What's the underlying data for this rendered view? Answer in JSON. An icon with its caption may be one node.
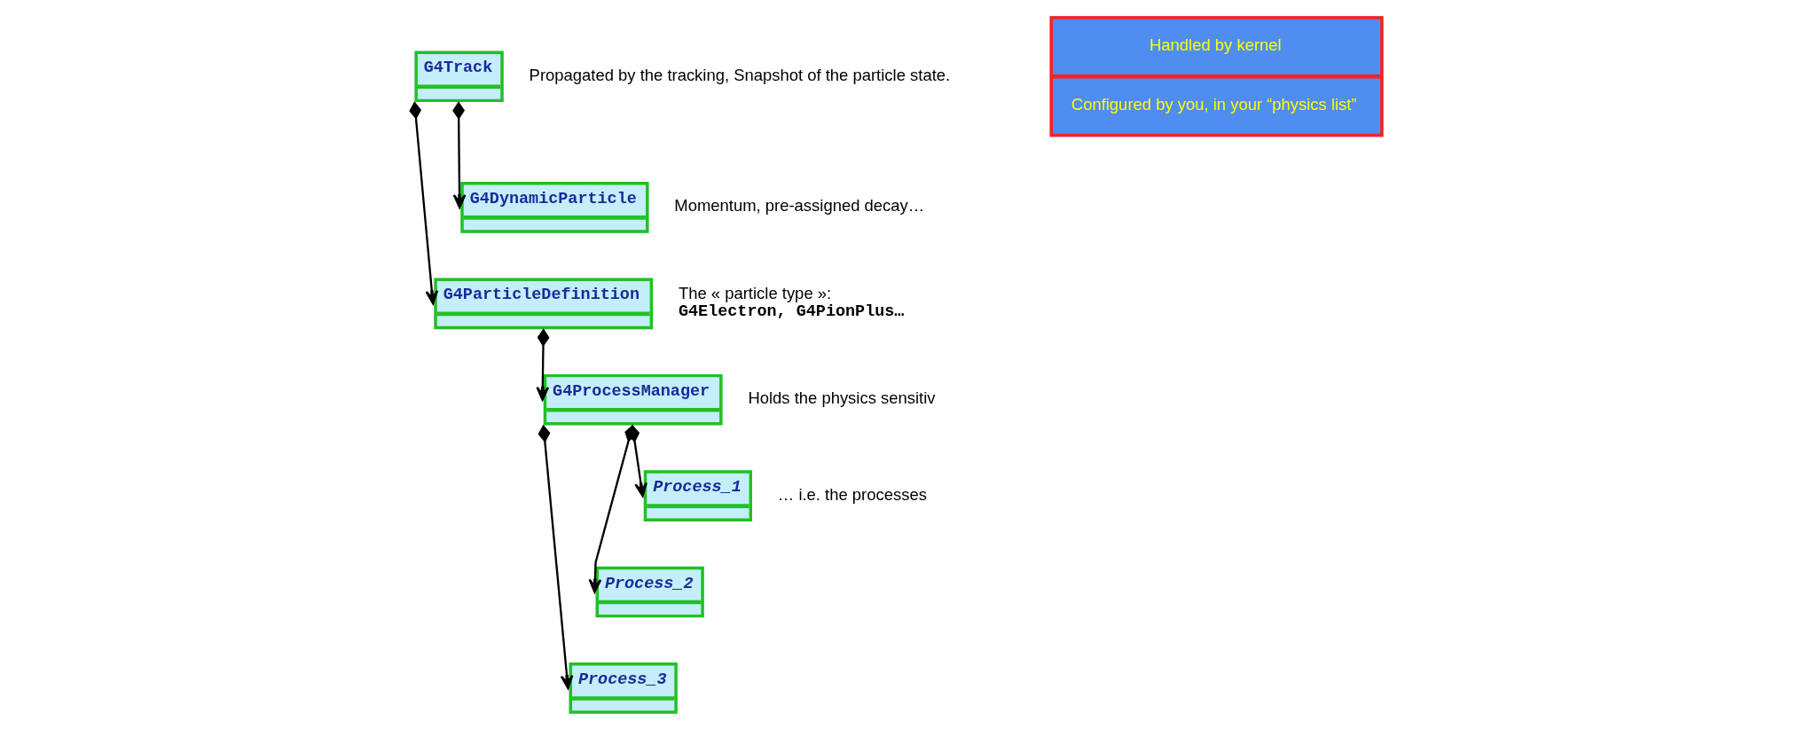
{
  "diagram": {
    "nodes": [
      {
        "text": [
          "G4Track"
        ],
        "beside": [
          "Propagated by the tracking, Snapshot of the particle state."
        ]
      },
      {
        "text": [
          "G4DynamicParticle"
        ],
        "beside": [
          "Momentum, pre-assigned decay…"
        ]
      },
      {
        "text": [
          "G4ParticleDefinition"
        ],
        "beside": [
          "The « particle type »:",
          "G4Electron, G4PionPlus…"
        ]
      },
      {
        "text": [
          "G4ProcessManager"
        ],
        "beside": [
          "Holds the physics sensitiv"
        ]
      },
      {
        "text": [
          "Process_1"
        ],
        "beside": [
          "… i.e. the processes"
        ]
      },
      {
        "text": [
          "Process_2"
        ]
      },
      {
        "text": [
          "Process_3"
        ]
      },
      {
        "text": [
          "Handled by kernel",
          "Configured by you, in your “physics list”"
        ]
      }
    ],
    "edges": [
      {
        "from": 0,
        "to": 1,
        "arrow": "to"
      },
      {
        "from": 0,
        "to": 2,
        "arrow": "to"
      },
      {
        "from": 2,
        "to": 3,
        "arrow": "to"
      },
      {
        "from": 3,
        "to": 4,
        "arrow": "to"
      },
      {
        "from": 3,
        "to": 5,
        "arrow": "to"
      },
      {
        "from": 3,
        "to": 6,
        "arrow": "to"
      }
    ]
  }
}
